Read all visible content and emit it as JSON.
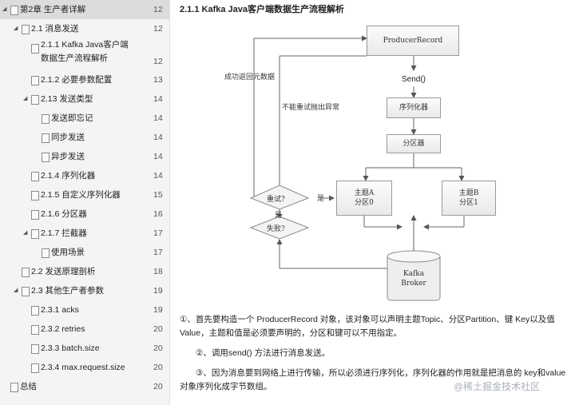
{
  "toc": {
    "items": [
      {
        "label": "第2章 生产者详解",
        "page": "12",
        "selected": true
      },
      {
        "label": "2.1 消息发送",
        "page": "12"
      },
      {
        "label": "2.1.1 Kafka Java客户端",
        "label2": "数据生产流程解析",
        "page": "12"
      },
      {
        "label": "2.1.2 必要参数配置",
        "page": "13"
      },
      {
        "label": "2.13 发送类型",
        "page": "14"
      },
      {
        "label": "发送即忘记",
        "page": "14"
      },
      {
        "label": "同步发送",
        "page": "14"
      },
      {
        "label": "异步发送",
        "page": "14"
      },
      {
        "label": "2.1.4 序列化器",
        "page": "14"
      },
      {
        "label": "2.1.5 自定义序列化器",
        "page": "15"
      },
      {
        "label": "2.1.6 分区器",
        "page": "16"
      },
      {
        "label": "2.1.7 拦截器",
        "page": "17"
      },
      {
        "label": "使用场景",
        "page": "17"
      },
      {
        "label": "2.2 发送原理剖析",
        "page": "18"
      },
      {
        "label": "2.3 其他生产者参数",
        "page": "19"
      },
      {
        "label": "2.3.1 acks",
        "page": "19"
      },
      {
        "label": "2.3.2 retries",
        "page": "20"
      },
      {
        "label": "2.3.3 batch.size",
        "page": "20"
      },
      {
        "label": "2.3.4 max.request.size",
        "page": "20"
      },
      {
        "label": "总结",
        "page": "20"
      }
    ]
  },
  "content": {
    "heading": "2.1.1 Kafka Java客户端数据生产流程解析",
    "diagram": {
      "producer_record": "ProducerRecord",
      "send": "Send()",
      "serializer": "序列化器",
      "partitioner": "分区器",
      "topic_a_line1": "主题A",
      "topic_a_line2": "分区0",
      "topic_b_line1": "主题B",
      "topic_b_line2": "分区1",
      "retry": "重试?",
      "yes_right": "是",
      "yes_down": "是",
      "fail": "失败?",
      "success_label": "成功返回元数据",
      "no_retry_label": "不能重试抛出异常",
      "kafka_line1": "Kafka",
      "kafka_line2": "Broker"
    },
    "paragraphs": [
      "①、首先要构造一个 ProducerRecord 对象，该对象可以声明主题Topic、分区Partition、键 Key以及值 Value，主题和值是必须要声明的，分区和键可以不用指定。",
      "②、调用send() 方法进行消息发送。",
      "③、因为消息要到网络上进行传输，所以必须进行序列化，序列化器的作用就是把消息的 key和value对象序列化成字节数组。"
    ],
    "watermark": "@稀土掘金技术社区"
  }
}
